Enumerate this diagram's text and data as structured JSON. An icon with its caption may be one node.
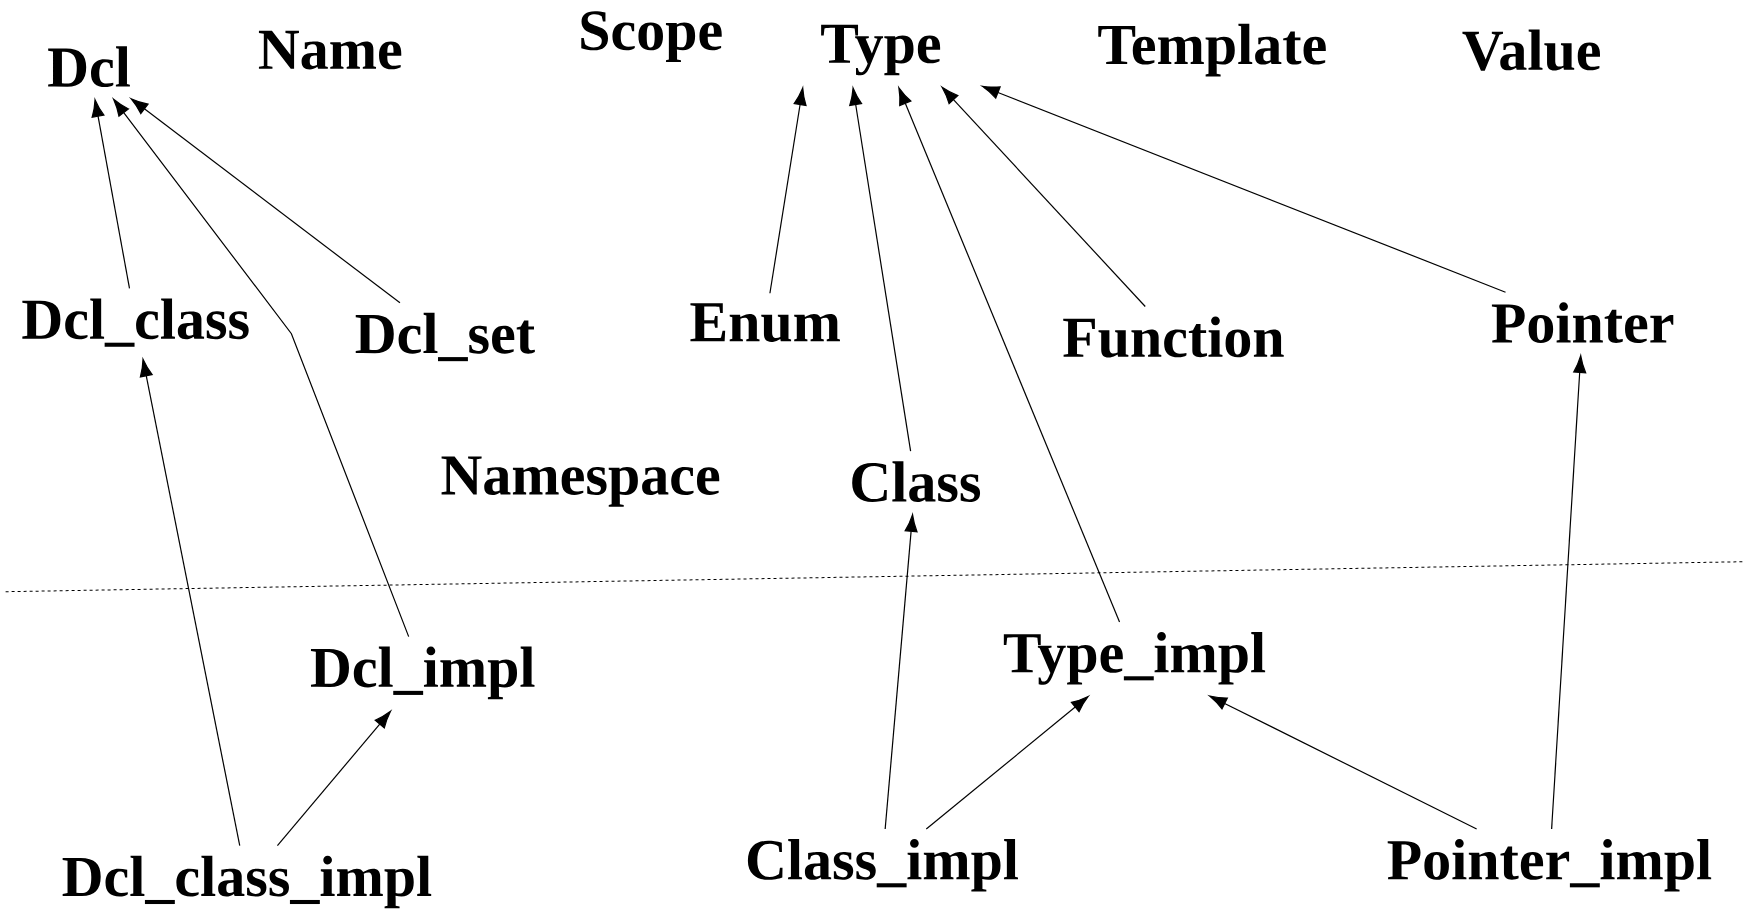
{
  "diagram": {
    "nodes": [
      {
        "text": [
          "Dcl"
        ]
      },
      {
        "text": [
          "Name"
        ]
      },
      {
        "text": [
          "Scope"
        ]
      },
      {
        "text": [
          "Type"
        ]
      },
      {
        "text": [
          "Template"
        ]
      },
      {
        "text": [
          "Value"
        ]
      },
      {
        "text": [
          "Dcl_class"
        ]
      },
      {
        "text": [
          "Dcl_set"
        ]
      },
      {
        "text": [
          "Enum"
        ]
      },
      {
        "text": [
          "Function"
        ]
      },
      {
        "text": [
          "Pointer"
        ]
      },
      {
        "text": [
          "Namespace"
        ]
      },
      {
        "text": [
          "Class"
        ]
      },
      {
        "text": [
          "Dcl_impl"
        ]
      },
      {
        "text": [
          "Type_impl"
        ]
      },
      {
        "text": [
          "Dcl_class_impl"
        ]
      },
      {
        "text": [
          "Class_impl"
        ]
      },
      {
        "text": [
          "Pointer_impl"
        ]
      }
    ],
    "edges": [
      {
        "from": 6,
        "to": 0,
        "arrow": "to"
      },
      {
        "from": 7,
        "to": 0,
        "arrow": "to"
      },
      {
        "from": 13,
        "to": 0,
        "arrow": "to"
      },
      {
        "from": 8,
        "to": 3,
        "arrow": "to"
      },
      {
        "from": 12,
        "to": 3,
        "arrow": "to"
      },
      {
        "from": 14,
        "to": 3,
        "arrow": "to"
      },
      {
        "from": 9,
        "to": 3,
        "arrow": "to"
      },
      {
        "from": 10,
        "to": 3,
        "arrow": "to"
      },
      {
        "from": 15,
        "to": 6,
        "arrow": "to"
      },
      {
        "from": 15,
        "to": 13,
        "arrow": "to"
      },
      {
        "from": 16,
        "to": 12,
        "arrow": "to"
      },
      {
        "from": 16,
        "to": 14,
        "arrow": "to"
      },
      {
        "from": 17,
        "to": 14,
        "arrow": "to"
      },
      {
        "from": 17,
        "to": 10,
        "arrow": "to"
      }
    ]
  }
}
